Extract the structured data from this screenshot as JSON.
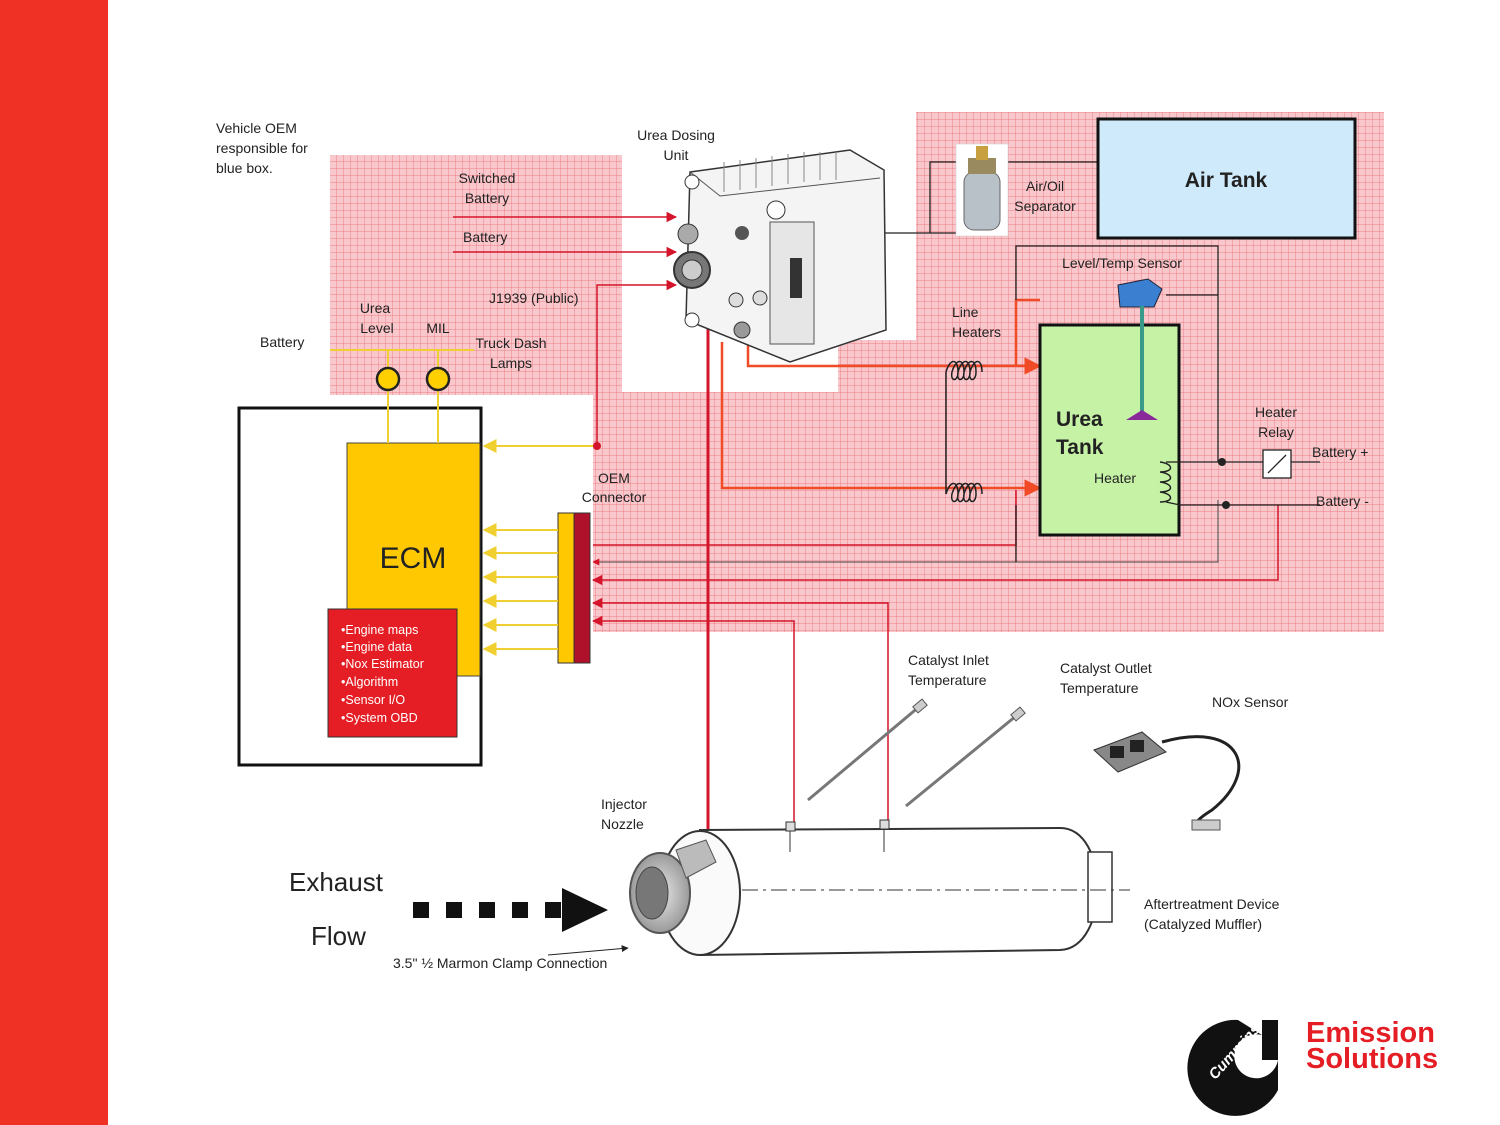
{
  "colors": {
    "left_bar": "#ee3124",
    "oem_box_fill": "#f9c8cc",
    "grid_line": "#e6686f",
    "ecm": "#ffc800",
    "ecm_list_box": "#e41e24",
    "air_tank": "#cfeafa",
    "urea_tank": "#c6f2a6",
    "lamp": "#ffd000",
    "wire_red": "#d4142a",
    "wire_orange": "#f04a26",
    "wire_yellow": "#f0d030",
    "connector_dark": "#b0112a",
    "logo_red": "#e41e24"
  },
  "labels": {
    "oem_note": [
      "Vehicle OEM",
      "responsible for",
      "blue box."
    ],
    "urea_dosing_unit": [
      "Urea Dosing",
      "Unit"
    ],
    "switched_battery": [
      "Switched",
      "Battery"
    ],
    "battery_in": "Battery",
    "j1939": "J1939 (Public)",
    "urea_level": [
      "Urea",
      "Level"
    ],
    "mil": "MIL",
    "battery_lamps": "Battery",
    "truck_dash_lamps": [
      "Truck Dash",
      "Lamps"
    ],
    "air_oil_separator": [
      "Air/Oil",
      "Separator"
    ],
    "air_tank": "Air Tank",
    "level_temp_sensor": "Level/Temp Sensor",
    "line_heaters": [
      "Line",
      "Heaters"
    ],
    "urea_tank": [
      "Urea",
      "Tank"
    ],
    "heater": "Heater",
    "heater_relay": [
      "Heater",
      "Relay"
    ],
    "battery_plus": "Battery +",
    "battery_minus": "Battery -",
    "oem_connector": [
      "OEM",
      "Connector"
    ],
    "ecm": "ECM",
    "ecm_functions": [
      "•Engine maps",
      "•Engine data",
      "•Nox Estimator",
      "•Algorithm",
      "•Sensor I/O",
      "•System OBD"
    ],
    "catalyst_inlet": [
      "Catalyst Inlet",
      "Temperature"
    ],
    "catalyst_outlet": [
      "Catalyst Outlet",
      "Temperature"
    ],
    "nox_sensor": "NOx Sensor",
    "injector_nozzle": [
      "Injector",
      "Nozzle"
    ],
    "exhaust_flow": [
      "Exhaust",
      "Flow"
    ],
    "marmon_clamp": "3.5\" ½ Marmon Clamp Connection",
    "aftertreatment": [
      "Aftertreatment Device",
      "(Catalyzed Muffler)"
    ]
  },
  "logo": {
    "brand": "Cummins",
    "title": [
      "Emission",
      "Solutions"
    ]
  }
}
